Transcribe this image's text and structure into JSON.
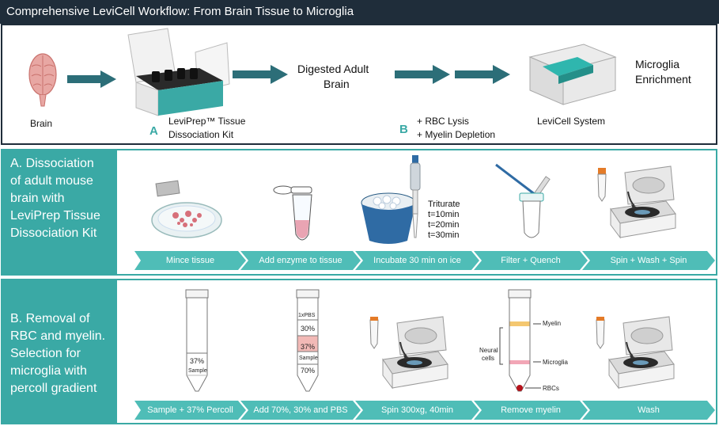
{
  "title": "Comprehensive LeviCell Workflow: From Brain Tissue to Microglia",
  "overview": {
    "brain_label": "Brain",
    "kit_letter": "A",
    "kit_label_line1": "LeviPrep™ Tissue",
    "kit_label_line2": "Dissociation Kit",
    "digested_line1": "Digested Adult",
    "digested_line2": "Brain",
    "step_b_letter": "B",
    "step_b_line1": "+ RBC Lysis",
    "step_b_line2": "+ Myelin Depletion",
    "system_label": "LeviCell System",
    "result_line1": "Microglia",
    "result_line2": "Enrichment"
  },
  "section_a": {
    "label_lines": [
      "A.  Dissociation",
      "of adult mouse",
      "brain with",
      "LeviPrep Tissue",
      "Dissociation Kit"
    ],
    "triturate": [
      "Triturate",
      "t=10min",
      "t=20min",
      "t=30min"
    ],
    "steps": [
      "Mince tissue",
      "Add enzyme to tissue",
      "Incubate 30 min on ice",
      "Filter + Quench",
      "Spin + Wash + Spin"
    ]
  },
  "section_b": {
    "label_lines": [
      "B. Removal of",
      "RBC and myelin.",
      "Selection for",
      "microglia with",
      "percoll gradient"
    ],
    "tube1": {
      "pct": "37%",
      "sample": "Sample"
    },
    "tube2": {
      "pbs": "1xPBS",
      "p30": "30%",
      "p37": "37%",
      "sample": "Sample",
      "p70": "70%"
    },
    "tube4": {
      "myelin": "Myelin",
      "neural": "Neural",
      "cells": "cells",
      "microglia": "Microglia",
      "rbcs": "RBCs"
    },
    "steps": [
      "Sample + 37% Percoll",
      "Add 70%, 30% and PBS",
      "Spin 300xg, 40min",
      "Remove myelin",
      "Wash"
    ]
  },
  "colors": {
    "dark": "#1f2d3a",
    "teal": "#3aa9a5",
    "chevron": "#4fbdb7",
    "arrow": "#2c6e78"
  }
}
